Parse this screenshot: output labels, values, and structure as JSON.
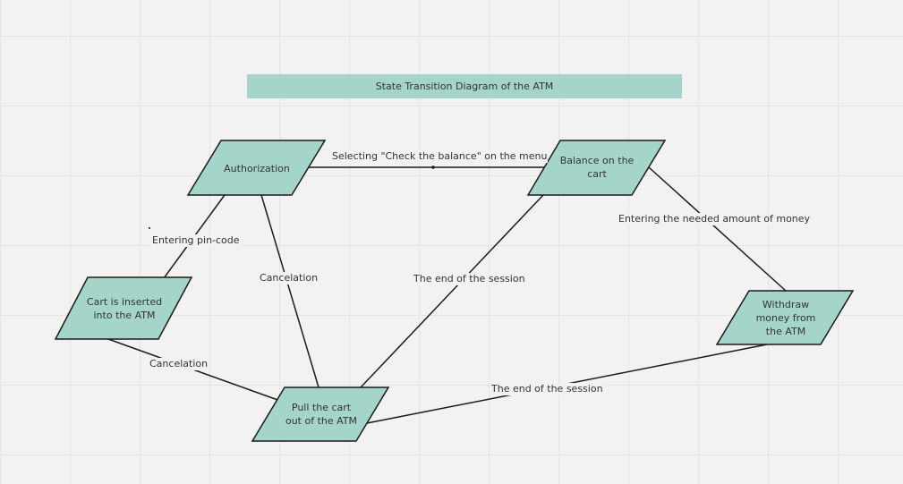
{
  "diagram": {
    "title": "State Transition Diagram of the ATM",
    "fill_color": "#a5d5c8",
    "stroke_color": "#1a1a1a",
    "nodes": {
      "authorization": "Authorization",
      "balance": "Balance on the cart",
      "cart_inserted": "Cart is inserted into the ATM",
      "withdraw": "Withdraw money from the ATM",
      "pull_cart": "Pull the cart out of the ATM"
    },
    "edges": {
      "check_balance": "Selecting \"Check the balance\" on the menu",
      "pin_code": "Entering pin-code",
      "cancel_auth": "Cancelation",
      "end_session_balance": "The end of the session",
      "amount": "Entering the needed amount of money",
      "cancel_cart": "Cancelation",
      "end_session_withdraw": "The end of the session"
    }
  }
}
